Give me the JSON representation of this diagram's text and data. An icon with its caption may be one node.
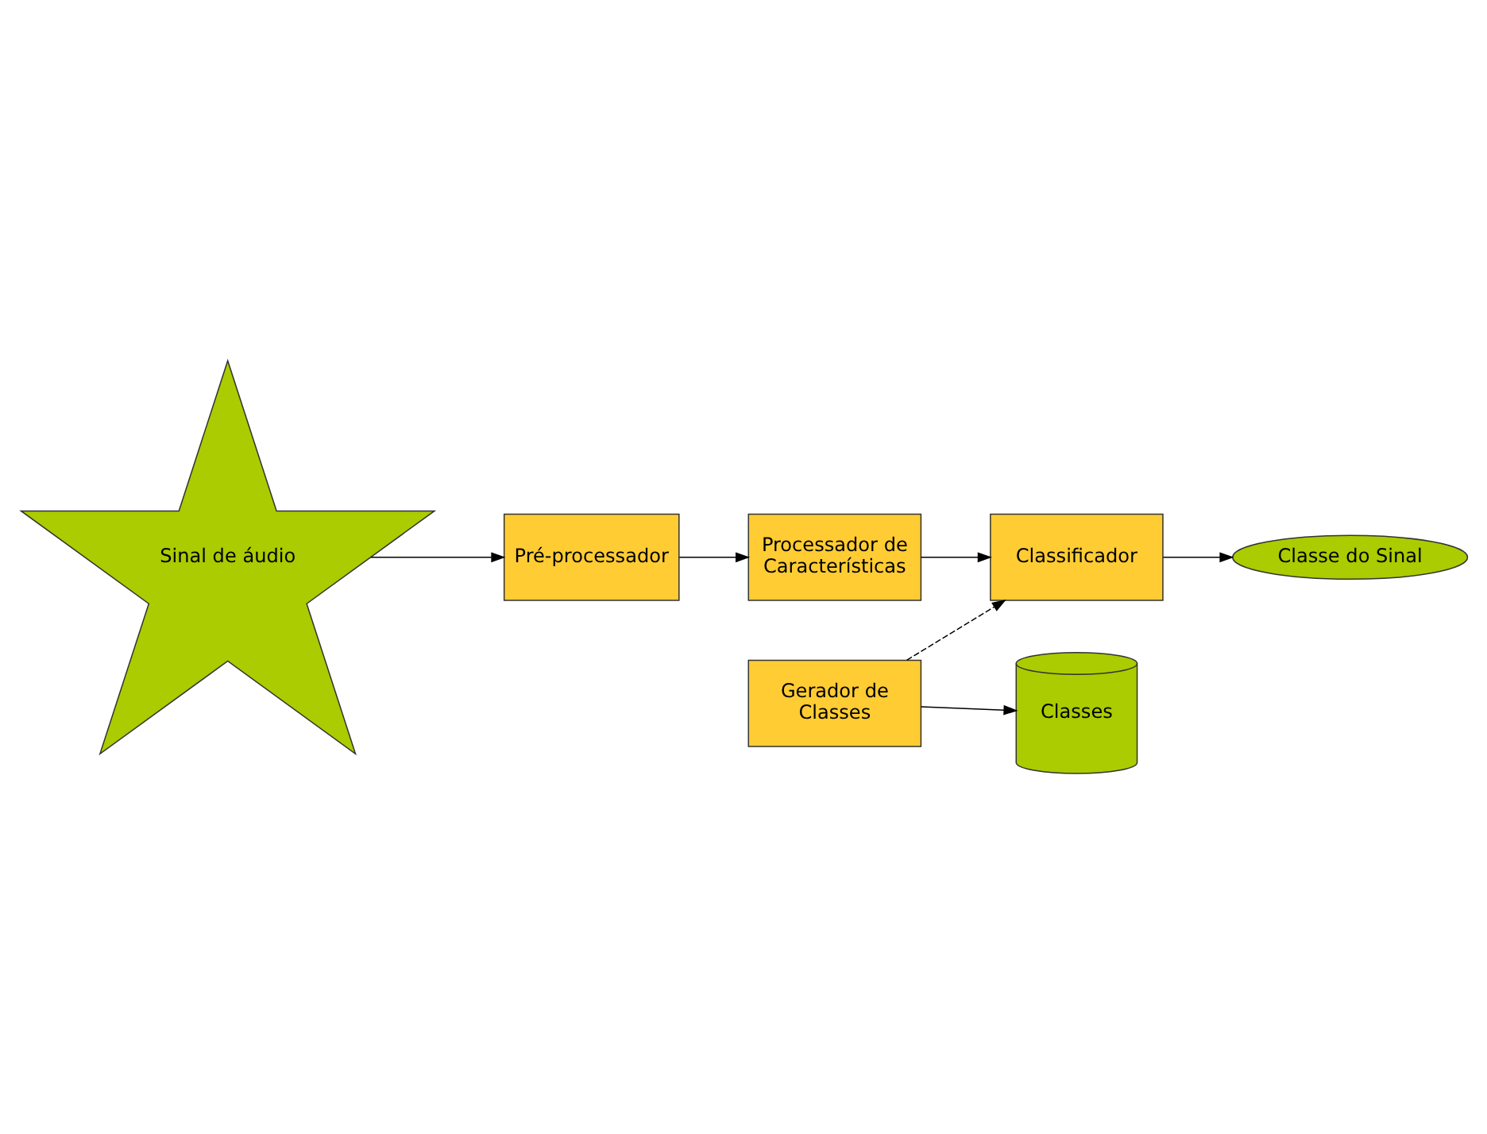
{
  "diagram": {
    "nodes": [
      {
        "text": [
          "Sinal de áudio"
        ]
      },
      {
        "text": [
          "Classe do Sinal"
        ]
      },
      {
        "text": [
          "Classificador"
        ]
      },
      {
        "text": [
          "Pré-processador"
        ]
      },
      {
        "text": [
          "Processador de Características"
        ]
      },
      {
        "text": [
          "Gerador de Classes"
        ]
      },
      {
        "text": [
          "Classes"
        ]
      }
    ],
    "edges": [
      {
        "from": 0,
        "to": 3,
        "arrow": "to"
      },
      {
        "from": 3,
        "to": 4,
        "arrow": "to"
      },
      {
        "from": 4,
        "to": 2,
        "arrow": "to"
      },
      {
        "from": 2,
        "to": 1,
        "arrow": "to"
      },
      {
        "from": 5,
        "to": 2,
        "arrow": "to",
        "style": "dashed"
      },
      {
        "from": 5,
        "to": 6,
        "arrow": "to"
      }
    ]
  }
}
